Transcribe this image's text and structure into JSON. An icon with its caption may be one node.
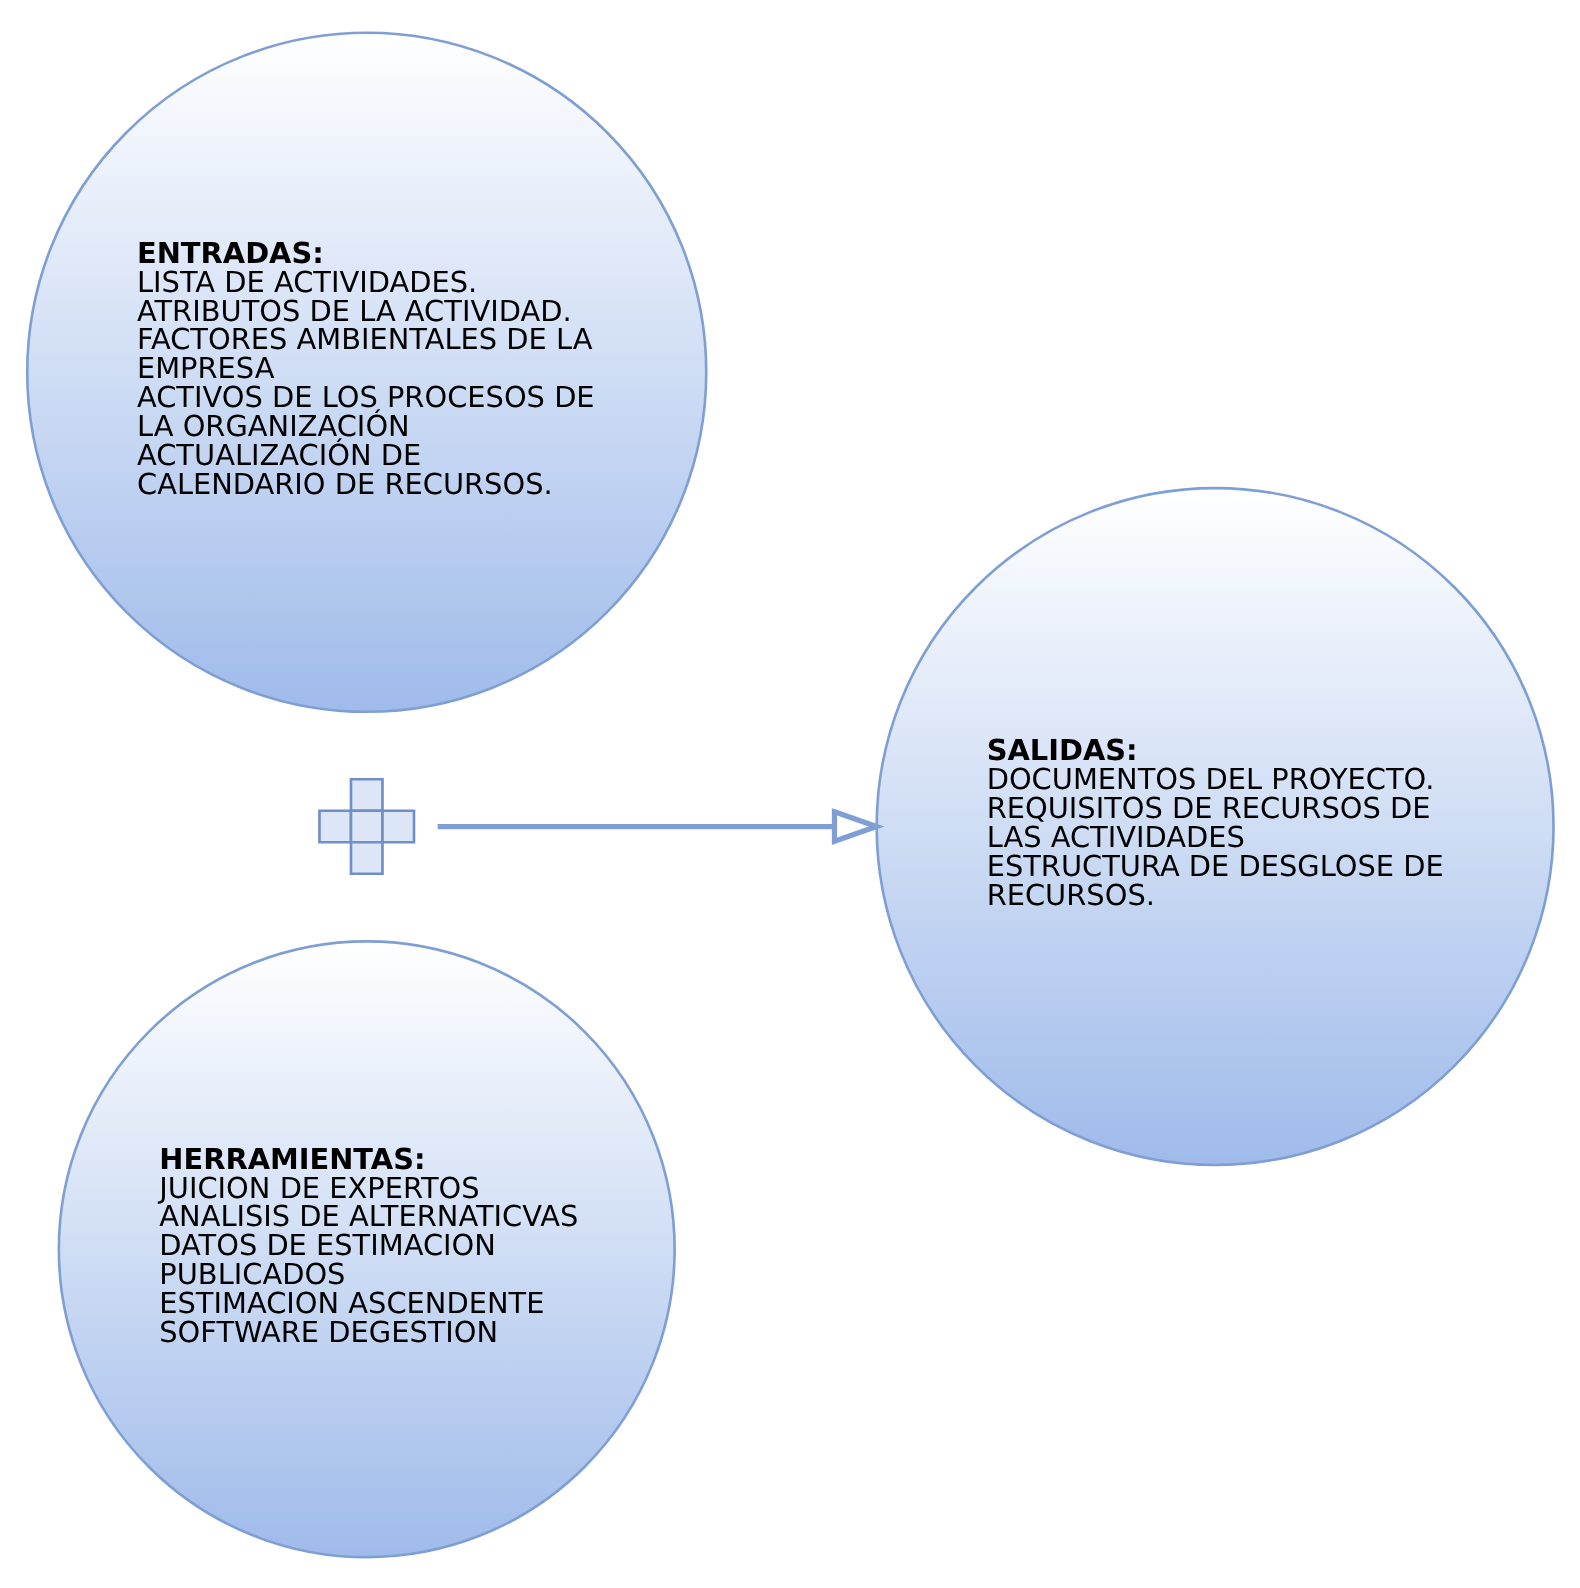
{
  "diagram": {
    "nodes": [
      {
        "text": [
          "ENTRADAS:",
          "LISTA DE ACTIVIDADES.",
          "ATRIBUTOS DE LA ACTIVIDAD.",
          "FACTORES AMBIENTALES DE LA EMPRESA",
          "ACTIVOS DE LOS PROCESOS DE LA ORGANIZACIÓN",
          "ACTUALIZACIÓN DE CALENDARIO DE RECURSOS."
        ]
      },
      {
        "text": [],
        "shape": "plus"
      },
      {
        "text": [
          "HERRAMIENTAS:",
          "JUICION DE EXPERTOS",
          "ANALISIS DE ALTERNATICVAS",
          "DATOS DE ESTIMACION PUBLICADOS",
          "ESTIMACION ASCENDENTE",
          "SOFTWARE DEGESTION"
        ]
      },
      {
        "text": [
          "SALIDAS:",
          "DOCUMENTOS DEL PROYECTO.",
          "REQUISITOS DE RECURSOS DE LAS ACTIVIDADES",
          "ESTRUCTURA DE DESGLOSE DE RECURSOS."
        ]
      }
    ],
    "edges": [
      {
        "from": 1,
        "to": 3,
        "arrow": "to"
      }
    ]
  }
}
